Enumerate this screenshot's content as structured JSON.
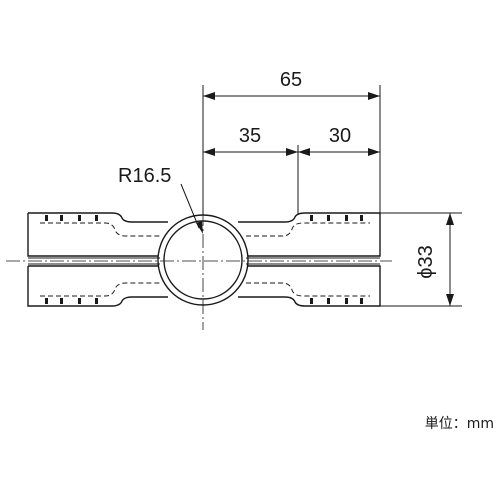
{
  "drawing": {
    "dimensions": {
      "overall_length": "65",
      "inner_length": "35",
      "outer_length": "30",
      "radius": "R16.5",
      "diameter": "ϕ33"
    },
    "unit_label": "単位：mm"
  }
}
